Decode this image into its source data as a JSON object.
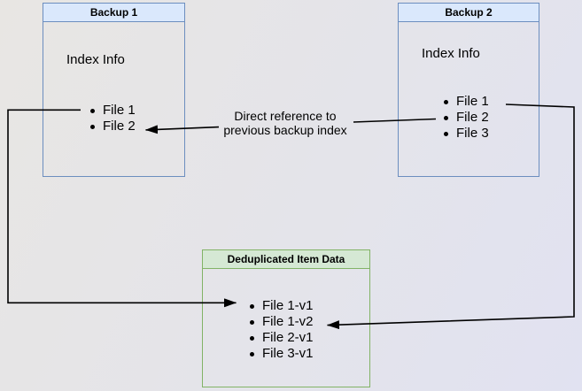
{
  "diagram": {
    "backup1": {
      "title": "Backup 1",
      "section_label": "Index Info",
      "items": [
        "File 1",
        "File 2"
      ]
    },
    "backup2": {
      "title": "Backup 2",
      "section_label": "Index Info",
      "items": [
        "File 1",
        "File 2",
        "File 3"
      ]
    },
    "dedup": {
      "title": "Deduplicated Item Data",
      "items": [
        "File 1-v1",
        "File 1-v2",
        "File 2-v1",
        "File 3-v1"
      ]
    },
    "edge_label": {
      "line1": "Direct reference to",
      "line2": "previous backup index"
    },
    "colors": {
      "backup_border": "#6c8ebf",
      "backup_header_fill": "#dae8fc",
      "dedup_border": "#82b366",
      "dedup_header_fill": "#d5e8d4",
      "arrow": "#000000",
      "background_top_left": "#e8e6e3",
      "background_bottom_right": "#e1e2f1"
    }
  }
}
